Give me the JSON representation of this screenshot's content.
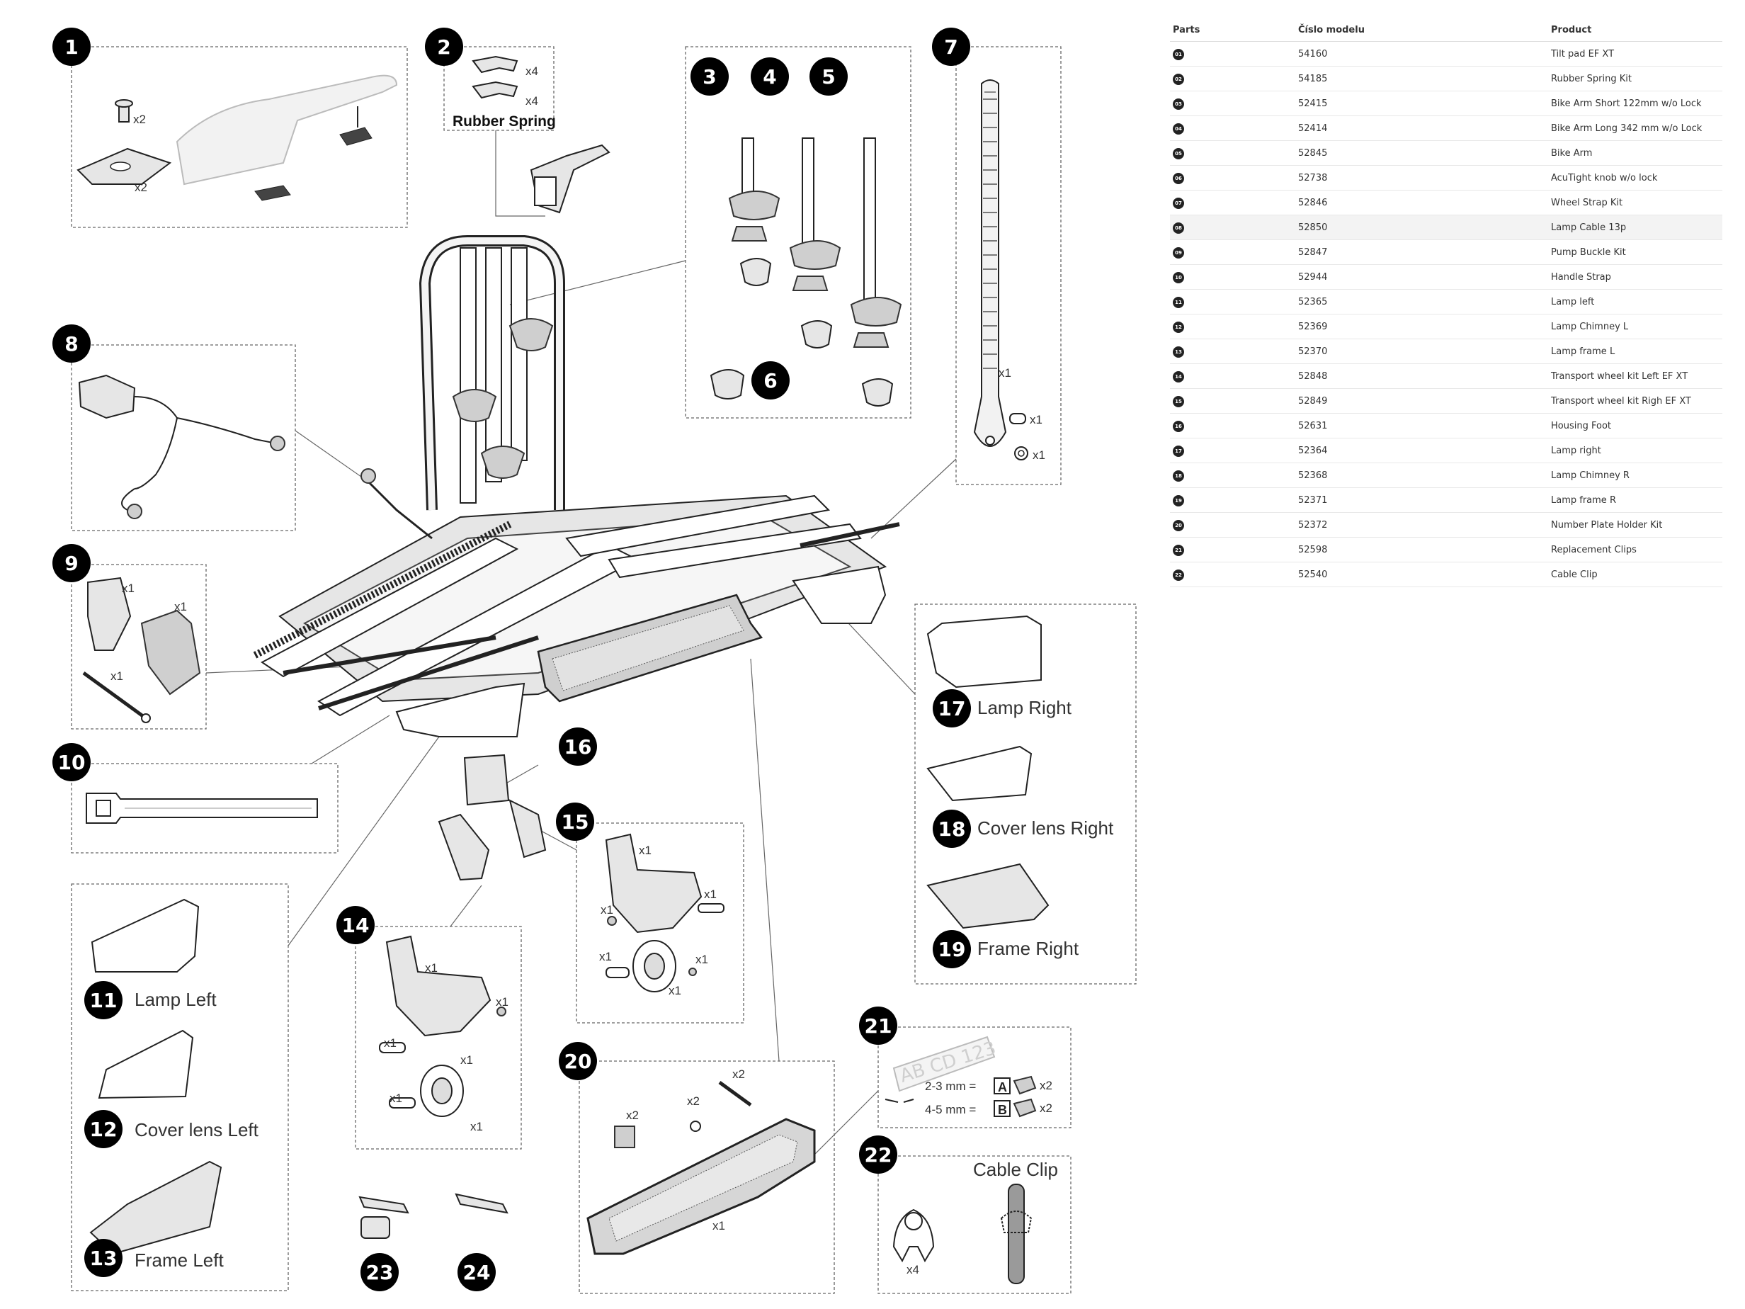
{
  "table": {
    "headers": [
      "Parts",
      "Číslo modelu",
      "Product"
    ],
    "rows": [
      {
        "part": "01",
        "model": "54160",
        "product": "Tilt pad EF XT"
      },
      {
        "part": "02",
        "model": "54185",
        "product": "Rubber Spring Kit"
      },
      {
        "part": "03",
        "model": "52415",
        "product": "Bike Arm Short 122mm w/o Lock"
      },
      {
        "part": "04",
        "model": "52414",
        "product": "Bike Arm Long 342 mm w/o Lock"
      },
      {
        "part": "05",
        "model": "52845",
        "product": "Bike Arm"
      },
      {
        "part": "06",
        "model": "52738",
        "product": "AcuTight knob w/o lock"
      },
      {
        "part": "07",
        "model": "52846",
        "product": "Wheel Strap Kit"
      },
      {
        "part": "08",
        "model": "52850",
        "product": "Lamp Cable 13p"
      },
      {
        "part": "09",
        "model": "52847",
        "product": "Pump Buckle Kit"
      },
      {
        "part": "10",
        "model": "52944",
        "product": "Handle Strap"
      },
      {
        "part": "11",
        "model": "52365",
        "product": "Lamp left"
      },
      {
        "part": "12",
        "model": "52369",
        "product": "Lamp Chimney L"
      },
      {
        "part": "13",
        "model": "52370",
        "product": "Lamp frame L"
      },
      {
        "part": "14",
        "model": "52848",
        "product": "Transport wheel kit Left EF XT"
      },
      {
        "part": "15",
        "model": "52849",
        "product": "Transport wheel kit Righ EF XT"
      },
      {
        "part": "16",
        "model": "52631",
        "product": "Housing Foot"
      },
      {
        "part": "17",
        "model": "52364",
        "product": "Lamp right"
      },
      {
        "part": "18",
        "model": "52368",
        "product": "Lamp Chimney R"
      },
      {
        "part": "19",
        "model": "52371",
        "product": "Lamp frame R"
      },
      {
        "part": "20",
        "model": "52372",
        "product": "Number Plate Holder Kit"
      },
      {
        "part": "21",
        "model": "52598",
        "product": "Replacement Clips"
      },
      {
        "part": "22",
        "model": "52540",
        "product": "Cable Clip"
      }
    ],
    "highlighted_row": "08"
  },
  "callouts": [
    "1",
    "2",
    "3",
    "4",
    "5",
    "6",
    "7",
    "8",
    "9",
    "10",
    "11",
    "12",
    "13",
    "14",
    "15",
    "16",
    "17",
    "18",
    "19",
    "20",
    "21",
    "22",
    "23",
    "24"
  ],
  "labels": {
    "rubber_spring": "Rubber Spring",
    "lamp_right": "Lamp Right",
    "cover_lens_right": "Cover lens Right",
    "frame_right": "Frame Right",
    "lamp_left": "Lamp Left",
    "cover_lens_left": "Cover lens Left",
    "frame_left": "Frame Left",
    "cable_clip": "Cable Clip",
    "plate_text": "AB CD 123",
    "clip_a": "2-3 mm =",
    "clip_b": "4-5 mm =",
    "letter_a": "A",
    "letter_b": "B"
  },
  "quantities": {
    "x1": "x1",
    "x2": "x2",
    "x4": "x4"
  }
}
